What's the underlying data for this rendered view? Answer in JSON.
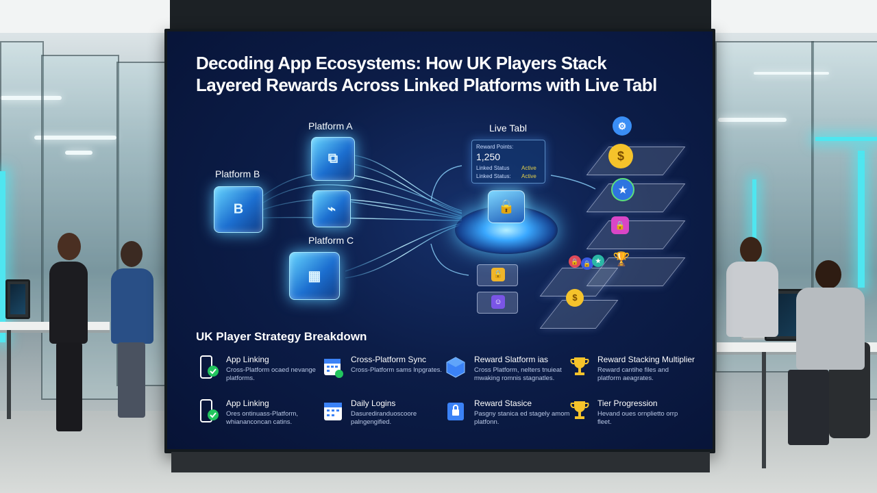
{
  "display": {
    "title_line1": "Decoding App Ecosystems: How UK Players Stack",
    "title_line2": "Layered Rewards Across Linked Platforms with Live Tabl"
  },
  "diagram": {
    "platform_a": "Platform A",
    "platform_b": "Platform B",
    "platform_c": "Platform C",
    "live_label": "Live Tabl",
    "panel": {
      "points_label": "Reward Points:",
      "points_value": "1,250",
      "row1_label": "Linked Status",
      "row1_value": "Active",
      "row2_label": "Linked Status:",
      "row2_value": "Active"
    },
    "colors": {
      "glow": "#5ac8ff",
      "coin": "#f5c32b",
      "accent_magenta": "#d946c6"
    }
  },
  "breakdown": {
    "title": "UK Player Strategy Breakdown",
    "items": [
      {
        "icon": "phone-check-icon",
        "title": "App Linking",
        "desc": "Cross-Platform ocaed nevange platforms."
      },
      {
        "icon": "calendar-check-icon",
        "title": "Cross-Platform Sync",
        "desc": "Cross-Platform sams lnpgrates."
      },
      {
        "icon": "cube-icon",
        "title": "Reward Slatform ias",
        "desc": "Cross Platform, nelters tnuieat mwaking romnis stagnatles."
      },
      {
        "icon": "trophy-icon",
        "title": "Reward Stacking Multiplier",
        "desc": "Reward cantihe files and platform aeagrates."
      },
      {
        "icon": "phone-check-icon",
        "title": "App Linking",
        "desc": "Ores ontinuass-Platform, whiananconcan catins."
      },
      {
        "icon": "calendar-icon",
        "title": "Daily Logins",
        "desc": "Dasurediranduoscoore palngengified."
      },
      {
        "icon": "lock-badge-icon",
        "title": "Reward Stasice",
        "desc": "Pasgny stanica ed stagely amom platfonn."
      },
      {
        "icon": "trophy-icon",
        "title": "Tier Progression",
        "desc": "Hevand oues ornplietto orrp fleet."
      }
    ]
  }
}
